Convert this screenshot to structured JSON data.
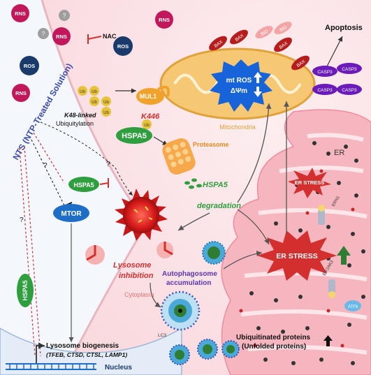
{
  "labels": {
    "rns": "RNS",
    "ros": "ROS",
    "nac": "NAC",
    "nts": "NTS (NTP-Treated Solution)",
    "ub": "Ub",
    "k48_line1": "K48-linked",
    "k48_line2": "Ubiquitylation",
    "mul1": "MUL1",
    "k446": "K446",
    "hspa5": "HSPA5",
    "proteasome": "Proteasome",
    "mitochondria": "Mitochondria",
    "mt_ros": "mt ROS",
    "delta_psi": "ΔΨm",
    "bax": "BAX",
    "bid": "BID",
    "apoptosis": "Apoptosis",
    "casp3": "CASP3",
    "hspa5_degradation_1": "HSPA5",
    "hspa5_degradation_2": "degradation",
    "mtor": "MTOR",
    "question": "?",
    "er": "ER",
    "er_stress_small": "ER STRESS",
    "er_stress_large": "ER STRESS",
    "ern1": "ERN1",
    "eif2ak3": "EIF2AK3",
    "atf6": "ATF6",
    "lysosome_inhibition_1": "Lysosome",
    "lysosome_inhibition_2": "inhibition",
    "autophagosome_1": "Autophagosome",
    "autophagosome_2": "accumulation",
    "cytoplasm": "Cytoplasm",
    "lc3": "LC3",
    "ubiquitinated_1": "Ubiquitinated proteins",
    "ubiquitinated_2": "(Unfolded proteins)",
    "lysosome_biogenesis": "Lysosome biogenesis",
    "genes": "(TFEB, CTSD, CTSL, LAMP1)",
    "nucleus": "Nucleus"
  },
  "colors": {
    "rns": "#c2185b",
    "ros": "#1a3a6b",
    "hspa5": "#2e9e3e",
    "mtor": "#1e6ec8",
    "inhibit": "#d32f2f",
    "er": "#f3a9b4",
    "cell": "#fbe3e6",
    "mito": "#f7c873",
    "nts": "#3a4aa8"
  },
  "icons": [
    "arrow-up-icon",
    "arrow-down-icon",
    "green-up-arrow-icon",
    "black-up-arrow-icon",
    "dna-icon",
    "proteasome-icon",
    "lysosome-icon"
  ]
}
